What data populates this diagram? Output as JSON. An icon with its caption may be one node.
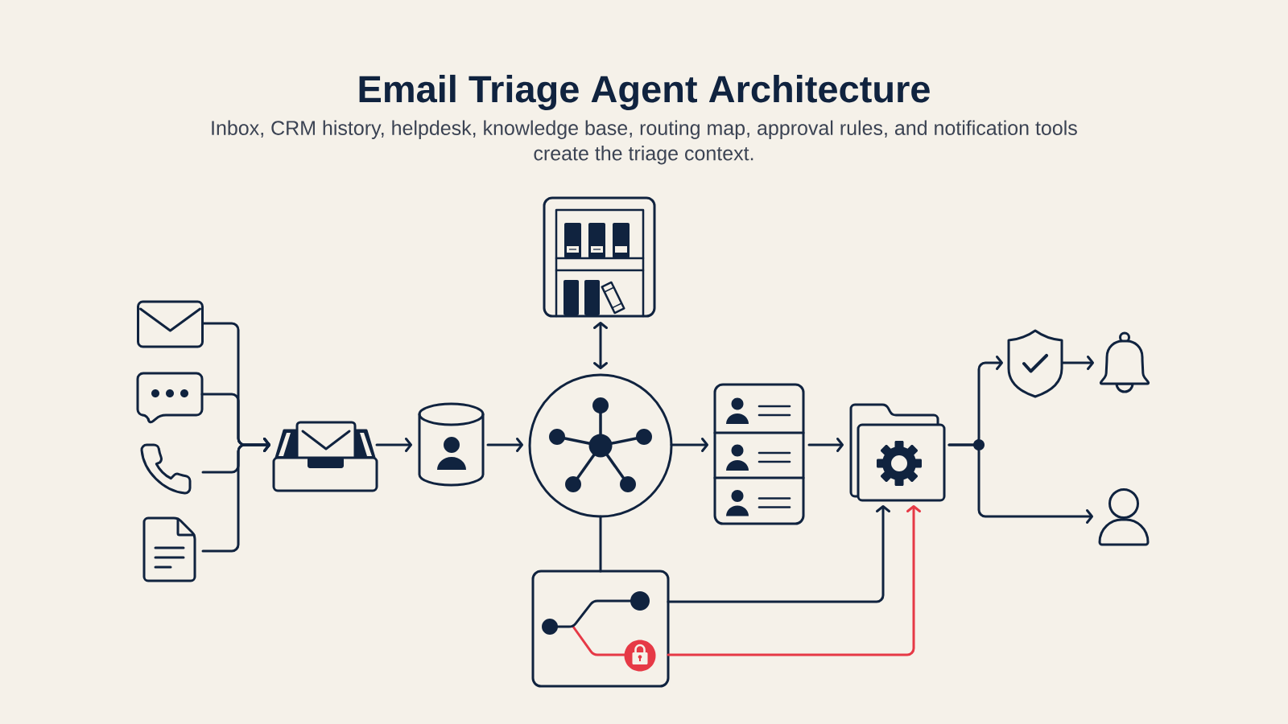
{
  "diagram": {
    "title": "Email Triage Agent Architecture",
    "caption": "Inbox, CRM history, helpdesk, knowledge base, routing map, approval rules, and notification tools create the triage context.",
    "nodes": [
      {
        "text": [],
        "shape": "picture"
      },
      {
        "text": [],
        "shape": "picture"
      },
      {
        "text": [],
        "shape": "picture"
      },
      {
        "text": [],
        "shape": "picture"
      },
      {
        "text": [],
        "shape": "picture"
      },
      {
        "text": [],
        "shape": "cylinder"
      },
      {
        "text": [],
        "shape": "box"
      },
      {
        "text": [],
        "shape": "circle"
      },
      {
        "text": [],
        "shape": "box"
      },
      {
        "text": [],
        "shape": "box"
      },
      {
        "text": [],
        "shape": "picture"
      },
      {
        "text": [],
        "shape": "picture"
      },
      {
        "text": [],
        "shape": "picture"
      },
      {
        "text": [],
        "shape": "person"
      }
    ],
    "edges": [
      {
        "from": 0,
        "to": 4,
        "arrow": "to"
      },
      {
        "from": 1,
        "to": 4,
        "arrow": "to"
      },
      {
        "from": 2,
        "to": 4,
        "arrow": "to"
      },
      {
        "from": 3,
        "to": 4,
        "arrow": "to"
      },
      {
        "from": 4,
        "to": 5,
        "arrow": "to"
      },
      {
        "from": 5,
        "to": 7,
        "arrow": "to"
      },
      {
        "from": 7,
        "to": 6,
        "arrow": "both"
      },
      {
        "from": 7,
        "to": 9,
        "arrow": "to"
      },
      {
        "from": 7,
        "to": 8,
        "arrow": "none"
      },
      {
        "from": 9,
        "to": 10,
        "arrow": "to"
      },
      {
        "from": 8,
        "to": 10,
        "arrow": "to"
      },
      {
        "from": 8,
        "to": 10,
        "arrow": "to",
        "color": "#e63946"
      },
      {
        "from": 10,
        "to": 11,
        "arrow": "to"
      },
      {
        "from": 10,
        "to": 13,
        "arrow": "to"
      },
      {
        "from": 11,
        "to": 12,
        "arrow": "to"
      }
    ]
  }
}
